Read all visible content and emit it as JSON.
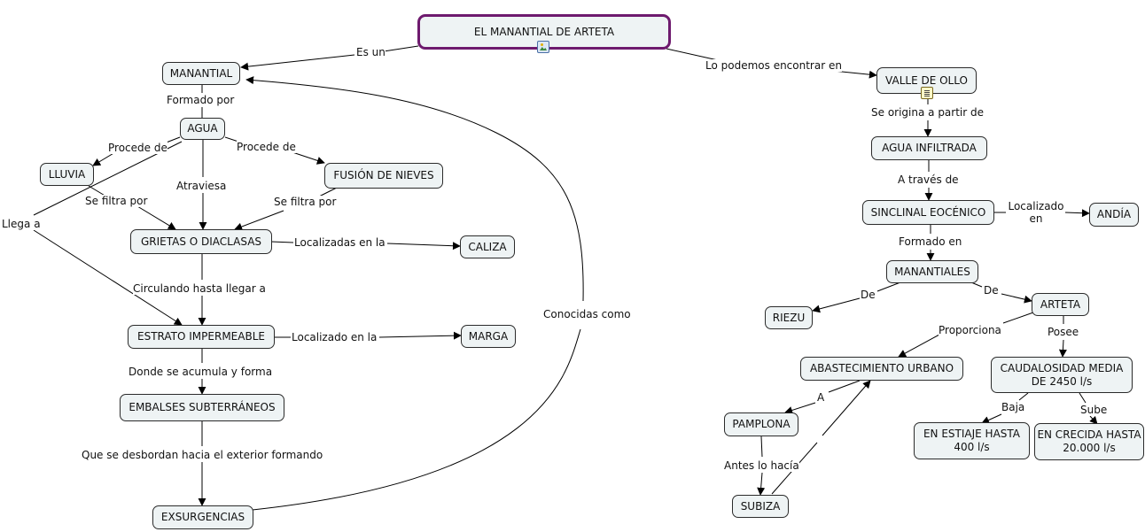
{
  "nodes": {
    "root": "EL MANANTIAL DE ARTETA",
    "manantial": "MANANTIAL",
    "agua": "AGUA",
    "lluvia": "LLUVIA",
    "fusion": "FUSIÓN DE NIEVES",
    "grietas": "GRIETAS O DIACLASAS",
    "caliza": "CALIZA",
    "estrato": "ESTRATO IMPERMEABLE",
    "marga": "MARGA",
    "embalses": "EMBALSES SUBTERRÁNEOS",
    "exsurgencias": "EXSURGENCIAS",
    "valle": "VALLE DE OLLO",
    "agua_infiltrada": "AGUA INFILTRADA",
    "sinclinal": "SINCLINAL EOCÉNICO",
    "andia": "ANDÍA",
    "manantiales": "MANANTIALES",
    "riezu": "RIEZU",
    "arteta": "ARTETA",
    "abastecimiento": "ABASTECIMIENTO URBANO",
    "caudalosidad": "CAUDALOSIDAD MEDIA DE 2450 l/s",
    "pamplona": "PAMPLONA",
    "subiza": "SUBIZA",
    "estiaje": "EN ESTIAJE HASTA 400 l/s",
    "crecida": "EN CRECIDA HASTA 20.000 l/s"
  },
  "links": {
    "es_un": "Es un",
    "lo_podemos": "Lo podemos encontrar en",
    "formado_por": "Formado por",
    "procede_de_1": "Procede de",
    "procede_de_2": "Procede de",
    "atraviesa": "Atraviesa",
    "se_filtra_1": "Se filtra por",
    "se_filtra_2": "Se filtra por",
    "llega_a": "Llega a",
    "localizadas_en": "Localizadas en la",
    "circulando": "Circulando hasta llegar a",
    "localizado_en": "Localizado en la",
    "donde_se": "Donde se acumula y forma",
    "que_se": "Que se desbordan hacia el exterior formando",
    "conocidas": "Conocidas como",
    "se_origina": "Se origina a partir de",
    "a_traves": "A través de",
    "localizado_en2": "Localizado en",
    "formado_en": "Formado en",
    "de_1": "De",
    "de_2": "De",
    "proporciona": "Proporciona",
    "posee": "Posee",
    "a": "A",
    "baja": "Baja",
    "sube": "Sube",
    "antes": "Antes lo hacía"
  },
  "icons": [
    "image-icon",
    "document-icon"
  ],
  "colors": {
    "root_border": "#6e1a6e",
    "node_fill": "#eef3f4",
    "line": "#000000"
  }
}
